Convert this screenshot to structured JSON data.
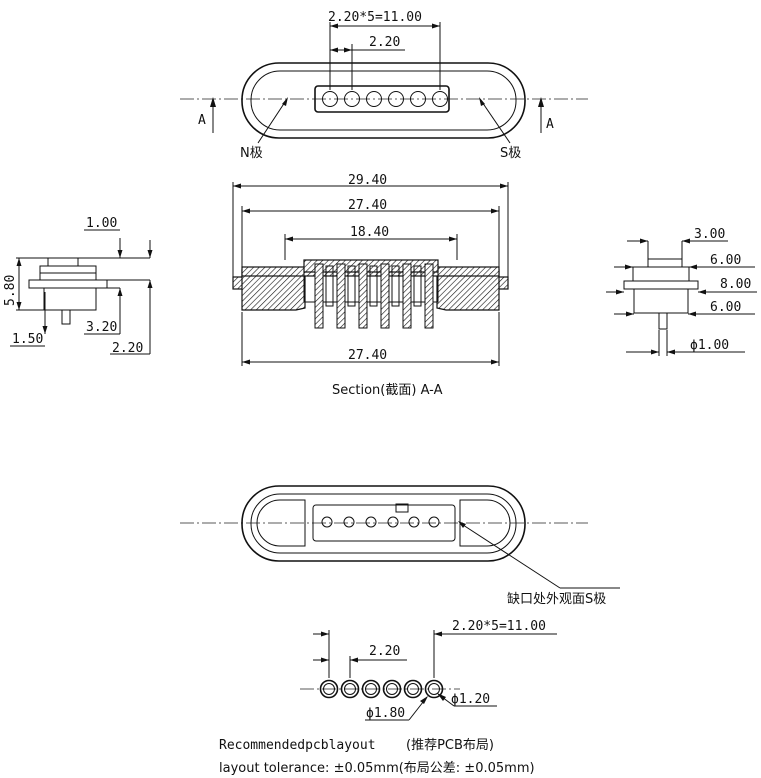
{
  "top_view": {
    "pitch_total": "2.20*5=11.00",
    "pitch": "2.20",
    "section_mark_left": "A",
    "section_mark_right": "A",
    "n_pole_label": "N极",
    "s_pole_label": "S极"
  },
  "section_view": {
    "overall_width": "29.40",
    "body_width": "27.40",
    "center_width": "18.40",
    "bottom_width": "27.40",
    "caption": "Section(截面)  A-A"
  },
  "left_view": {
    "dim_top": "1.00",
    "dim_height": "5.80",
    "dim_pin": "1.50",
    "dim_body": "3.20",
    "dim_bottom": "2.20"
  },
  "right_view": {
    "dim_top": "3.00",
    "dim_a": "6.00",
    "dim_b": "8.00",
    "dim_c": "6.00",
    "dim_pin": "ϕ1.00"
  },
  "bottom_view": {
    "note": "缺口处外观面S极"
  },
  "pcb_layout": {
    "pitch_total": "2.20*5=11.00",
    "pitch": "2.20",
    "outer_dia": "ϕ1.80",
    "inner_dia": "ϕ1.20",
    "title": "Recommendedpcblayout",
    "title_cn": "(推荐PCB布局)",
    "tolerance": "layout tolerance: ±0.05mm(布局公差: ±0.05mm)"
  }
}
